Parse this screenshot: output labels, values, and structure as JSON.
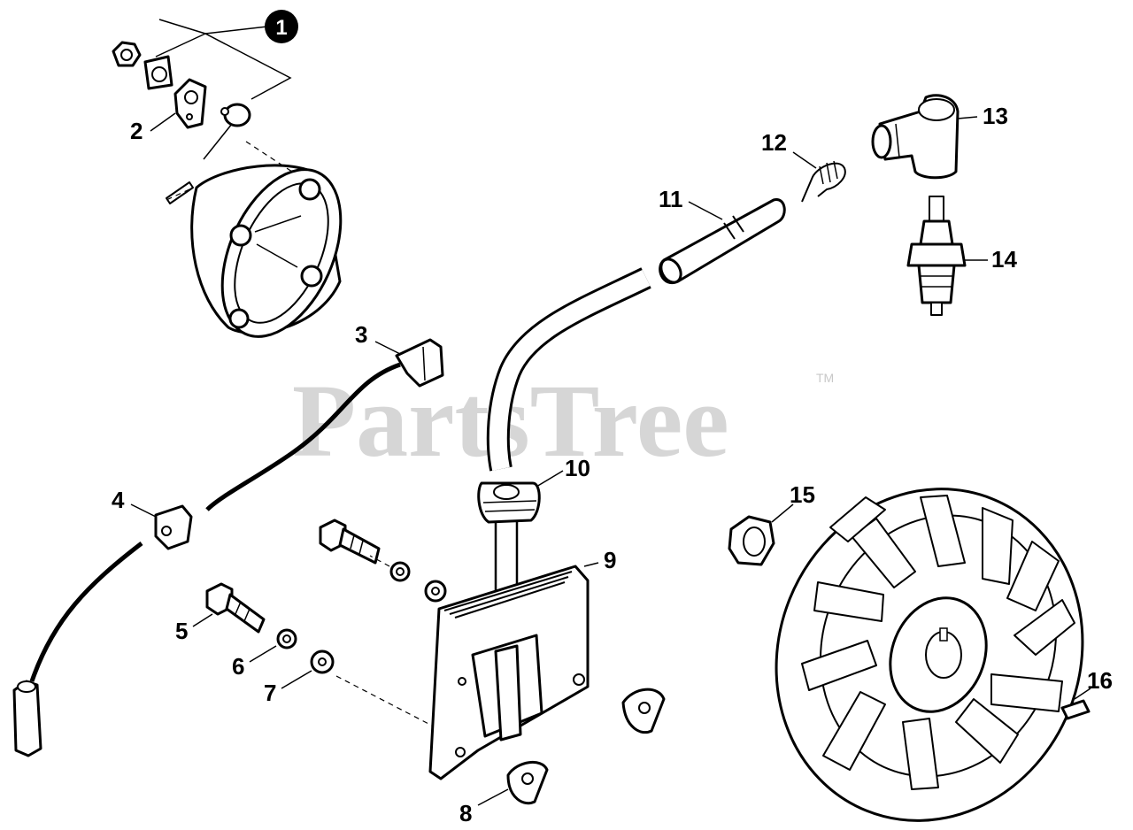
{
  "watermark": {
    "text": "PartsTree",
    "tm": "TM"
  },
  "callouts": [
    {
      "id": "1",
      "label": "1",
      "style": "circled"
    },
    {
      "id": "2",
      "label": "2"
    },
    {
      "id": "3",
      "label": "3"
    },
    {
      "id": "4",
      "label": "4"
    },
    {
      "id": "5",
      "label": "5"
    },
    {
      "id": "6",
      "label": "6"
    },
    {
      "id": "7",
      "label": "7"
    },
    {
      "id": "8",
      "label": "8"
    },
    {
      "id": "9",
      "label": "9"
    },
    {
      "id": "10",
      "label": "10"
    },
    {
      "id": "11",
      "label": "11"
    },
    {
      "id": "12",
      "label": "12"
    },
    {
      "id": "13",
      "label": "13"
    },
    {
      "id": "14",
      "label": "14"
    },
    {
      "id": "15",
      "label": "15"
    },
    {
      "id": "16",
      "label": "16"
    }
  ]
}
